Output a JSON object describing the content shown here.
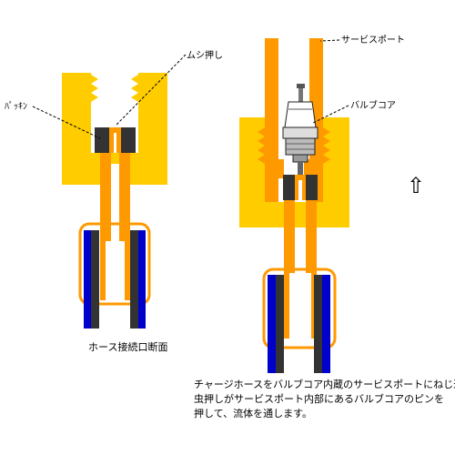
{
  "labels": {
    "packing": "ﾊﾟｯｷﾝ",
    "core_pusher": "ムシ押し",
    "service_port": "サービスポート",
    "valve_core": "バルブコア",
    "hose_section": "ホース接続口断面"
  },
  "arrow_glyph": "⇧",
  "description_lines": [
    "チャージホースをバルブコア内蔵のサービスポートにねじ込む事で",
    "虫押しがサービスポート内部にあるバルブコアのピンを",
    "押して、流体を通します。"
  ],
  "colors": {
    "port_body": "#FFCC00",
    "tube": "#FF9900",
    "packing": "#333333",
    "hose_outer": "#0000CC",
    "hose_inner": "#333333"
  }
}
